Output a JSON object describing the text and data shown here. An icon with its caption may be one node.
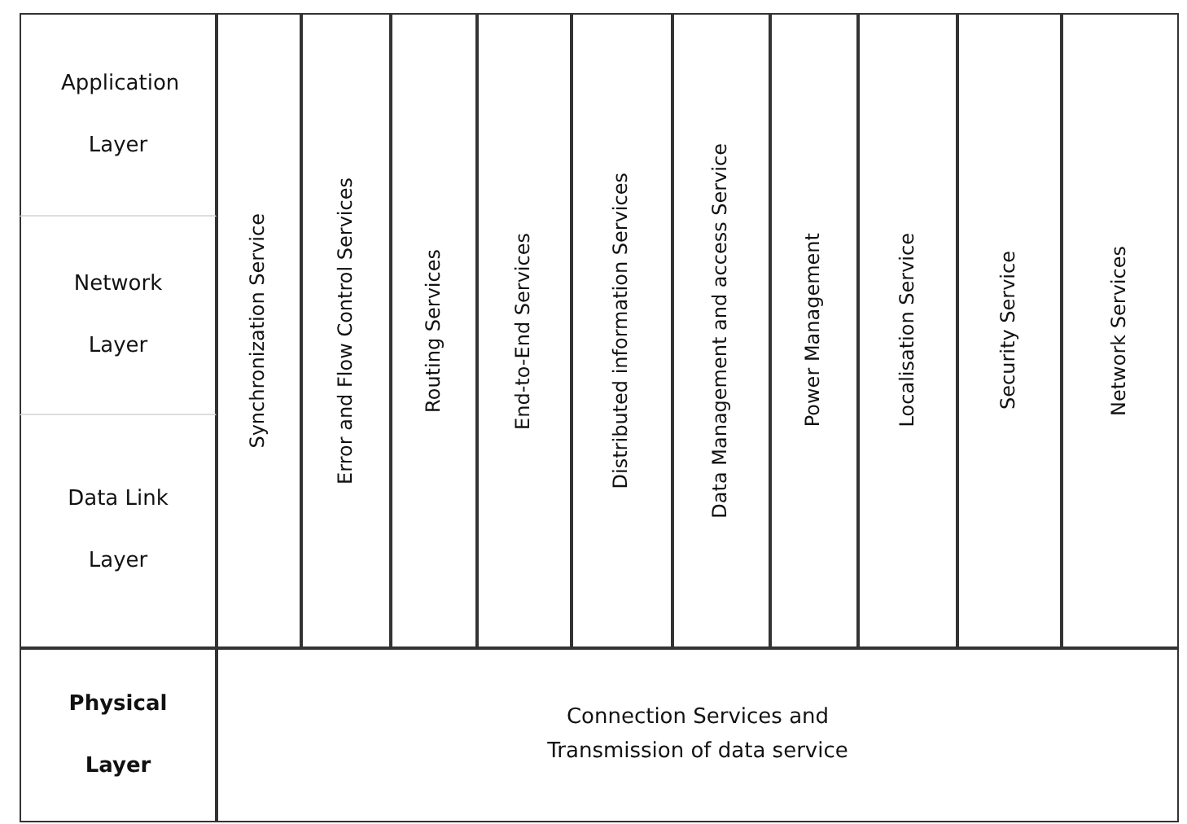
{
  "diagram": {
    "nodes": [
      {
        "text": [
          "Application Layer"
        ]
      },
      {
        "text": [
          "Network Layer"
        ]
      },
      {
        "text": [
          "Data Link Layer"
        ]
      },
      {
        "text": [
          "Synchronization Service"
        ]
      },
      {
        "text": [
          "Error and Flow Control Services"
        ]
      },
      {
        "text": [
          "Routing Services"
        ]
      },
      {
        "text": [
          "End-to-End Services"
        ]
      },
      {
        "text": [
          "Distributed information Services"
        ]
      },
      {
        "text": [
          "Data Management and access Service"
        ]
      },
      {
        "text": [
          "Power Management"
        ]
      },
      {
        "text": [
          "Localisation Service"
        ]
      },
      {
        "text": [
          "Security Service"
        ]
      },
      {
        "text": [
          "Network Services"
        ]
      },
      {
        "text": [
          "Physical Layer"
        ]
      },
      {
        "text": [
          "Connection Services and Transmission of data service"
        ]
      }
    ],
    "edges": []
  }
}
